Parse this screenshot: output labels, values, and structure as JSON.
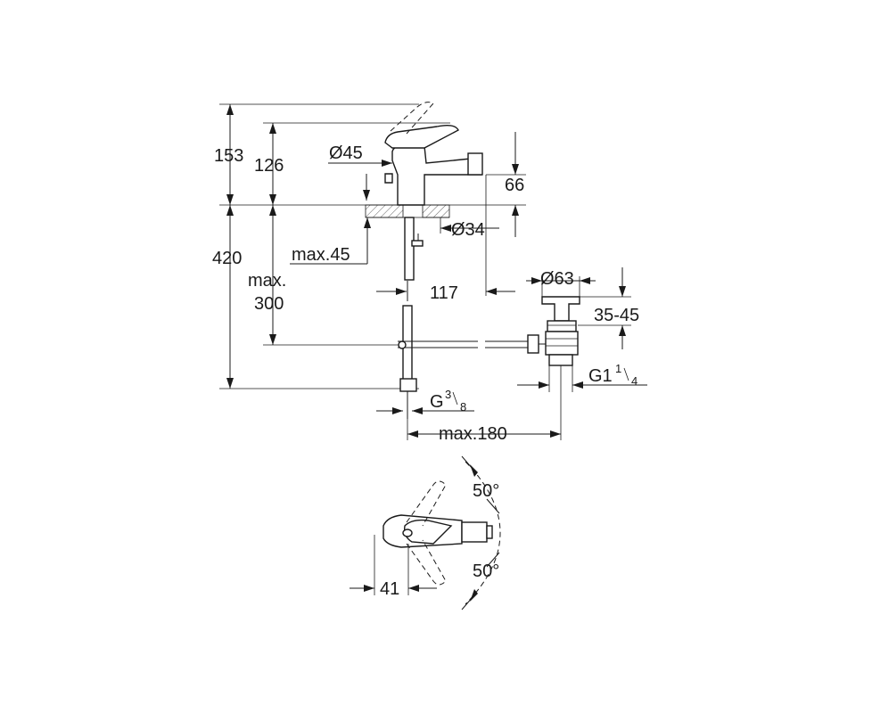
{
  "diagram": {
    "side_view": {
      "dim_153": "153",
      "dim_126": "126",
      "dim_d45": "Ø45",
      "dim_66": "66",
      "dim_420": "420",
      "dim_max_300_line1": "max.",
      "dim_max_300_line2": "300",
      "dim_d34": "Ø34",
      "dim_max45": "max.45",
      "dim_117": "117",
      "dim_d63": "Ø63",
      "dim_35_45": "35-45",
      "thread_g1": "G1",
      "thread_g1_num": "1",
      "thread_g1_den": "4",
      "thread_g3_8": "G",
      "thread_g3_8_num": "3",
      "thread_g3_8_den": "8",
      "dim_max180": "max.180"
    },
    "top_view": {
      "angle_upper": "50°",
      "angle_lower": "50°",
      "dim_41": "41"
    }
  }
}
